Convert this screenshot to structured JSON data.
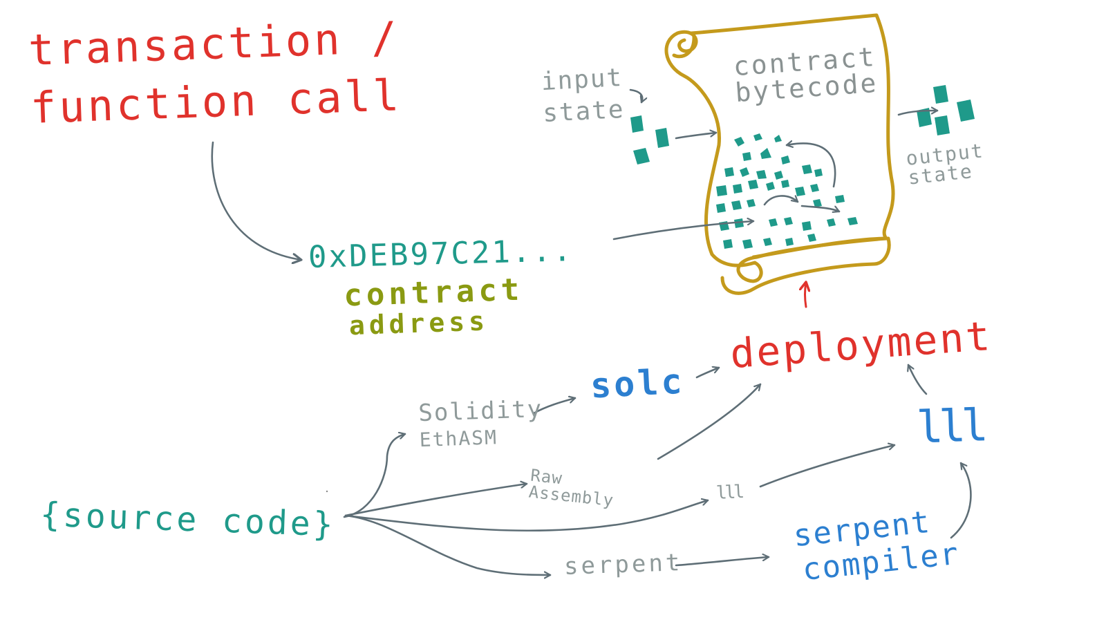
{
  "labels": {
    "transaction_line1": "transaction /",
    "transaction_line2": "function call",
    "address_value": "0xDEB97C21...",
    "address_caption_line1": "contract",
    "address_caption_line2": "address",
    "scroll_line1": "contract",
    "scroll_line2": "bytecode",
    "input_line1": "input",
    "input_line2": "state",
    "output_line1": "output",
    "output_line2": "state",
    "deployment": "deployment",
    "solc": "solc",
    "solidity": "Solidity",
    "ethasm": "EthASM",
    "raw_assembly_line1": "Raw",
    "raw_assembly_line2": "Assembly",
    "lll_small": "lll",
    "lll_big": "lll",
    "source_code": "{source code}",
    "serpent": "serpent",
    "serpent_compiler_line1": "serpent",
    "serpent_compiler_line2": "compiler"
  },
  "colors": {
    "red": "#e0322c",
    "teal": "#1f9a8a",
    "olive": "#8a9a12",
    "gray": "#8f9a9a",
    "blue": "#2c7fd0",
    "scroll": "#c49a1c",
    "arrow": "#5e6e76"
  }
}
